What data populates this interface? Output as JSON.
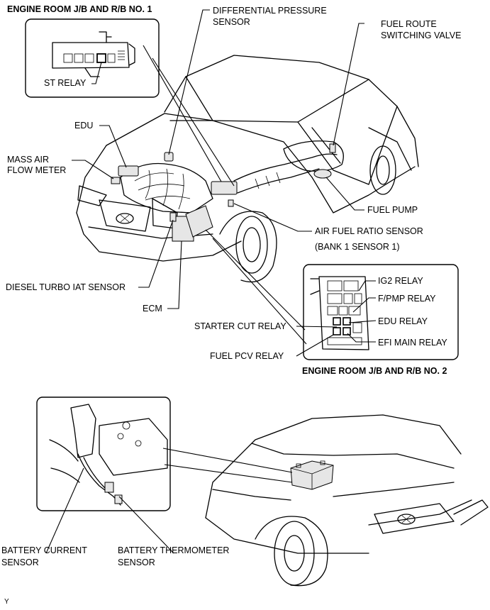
{
  "titles": {
    "jb1": "ENGINE ROOM J/B AND R/B NO. 1",
    "jb2": "ENGINE ROOM J/B AND R/B NO. 2"
  },
  "labels": {
    "diff_pressure_1": "DIFFERENTIAL PRESSURE",
    "diff_pressure_2": "SENSOR",
    "fuel_route_1": "FUEL ROUTE",
    "fuel_route_2": "SWITCHING VALVE",
    "st_relay": "ST RELAY",
    "edu": "EDU",
    "maf_1": "MASS AIR",
    "maf_2": "FLOW METER",
    "fuel_pump": "FUEL PUMP",
    "af_sensor_1": "AIR FUEL RATIO SENSOR",
    "af_sensor_2": "(BANK 1 SENSOR 1)",
    "turbo_iat": "DIESEL TURBO IAT SENSOR",
    "ecm": "ECM",
    "ig2_relay": "IG2 RELAY",
    "fpmp_relay": "F/PMP RELAY",
    "starter_cut_relay": "STARTER CUT RELAY",
    "edu_relay": "EDU RELAY",
    "efi_main_relay": "EFI MAIN RELAY",
    "fuel_pcv_relay": "FUEL PCV RELAY",
    "battery_current_1": "BATTERY CURRENT",
    "battery_current_2": "SENSOR",
    "battery_thermo_1": "BATTERY THERMOMETER",
    "battery_thermo_2": "SENSOR",
    "corner_mark": "Y"
  }
}
